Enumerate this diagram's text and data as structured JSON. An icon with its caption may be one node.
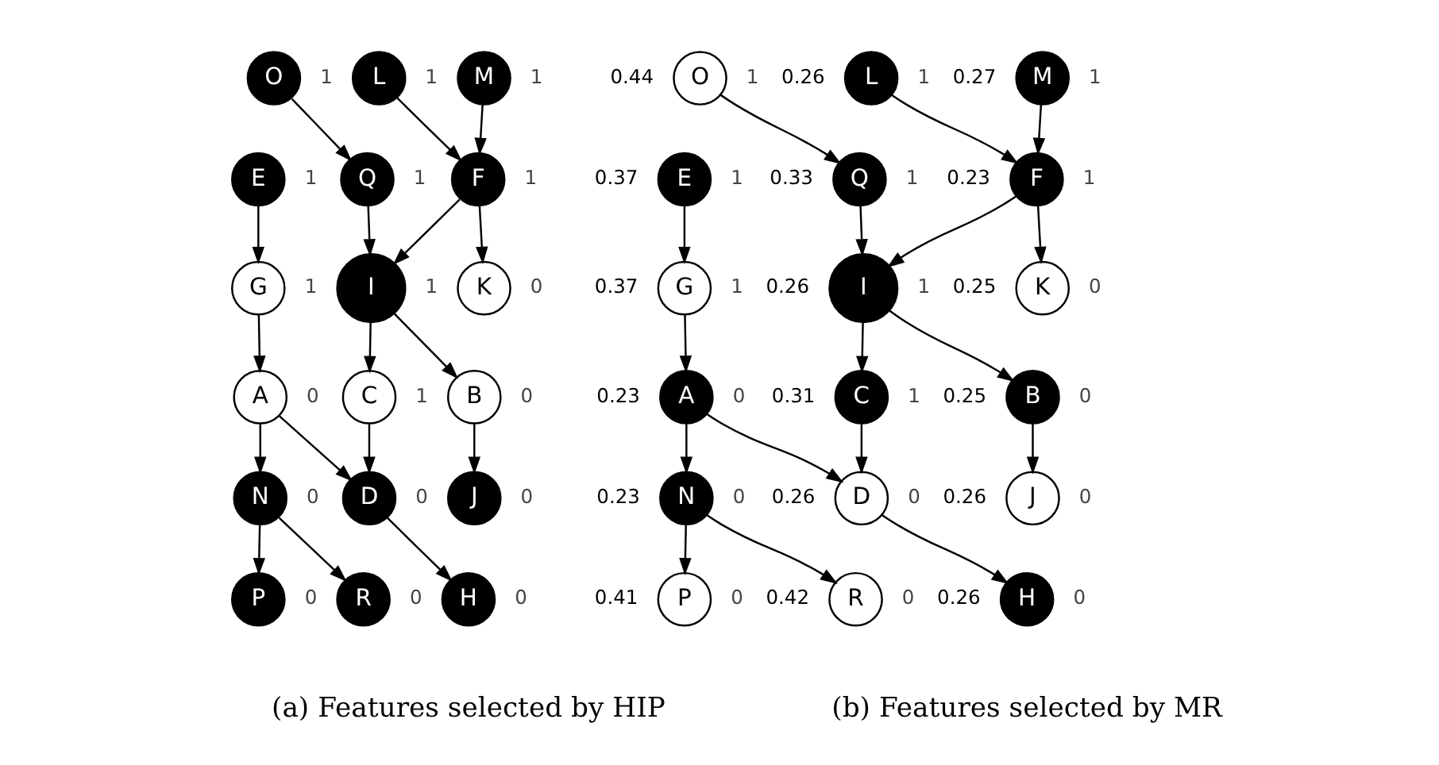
{
  "diagram": {
    "nodes": [
      {
        "text": [
          "M"
        ],
        "beside": [
          "1"
        ]
      },
      {
        "text": [
          "L"
        ],
        "beside": [
          "1"
        ]
      },
      {
        "text": [
          "O"
        ],
        "beside": [
          "1"
        ]
      },
      {
        "text": [
          "F"
        ],
        "beside": [
          "1"
        ]
      },
      {
        "text": [
          "Q"
        ],
        "beside": [
          "1"
        ]
      },
      {
        "text": [
          "E"
        ],
        "beside": [
          "1"
        ]
      },
      {
        "text": [
          "K"
        ],
        "beside": [
          "0"
        ]
      },
      {
        "text": [
          "I"
        ],
        "beside": [
          "1"
        ]
      },
      {
        "text": [
          "G"
        ],
        "beside": [
          "1"
        ]
      },
      {
        "text": [
          "B"
        ],
        "beside": [
          "0"
        ]
      },
      {
        "text": [
          "C"
        ],
        "beside": [
          "1"
        ]
      },
      {
        "text": [
          "A"
        ],
        "beside": [
          "0"
        ]
      },
      {
        "text": [
          "J"
        ],
        "beside": [
          "0"
        ]
      },
      {
        "text": [
          "D"
        ],
        "beside": [
          "0"
        ]
      },
      {
        "text": [
          "N"
        ],
        "beside": [
          "0"
        ]
      },
      {
        "text": [
          "H"
        ],
        "beside": [
          "0"
        ]
      },
      {
        "text": [
          "P"
        ],
        "beside": [
          "0"
        ]
      },
      {
        "text": [
          "R"
        ],
        "beside": [
          "0"
        ]
      },
      {
        "text": [
          "M"
        ],
        "beside": [
          "0.27",
          "1"
        ]
      },
      {
        "text": [
          "L"
        ],
        "beside": [
          "0.26",
          "1"
        ]
      },
      {
        "text": [
          "O"
        ],
        "beside": [
          "0.44",
          "1"
        ]
      },
      {
        "text": [
          "F"
        ],
        "beside": [
          "0.23",
          "1"
        ]
      },
      {
        "text": [
          "Q"
        ],
        "beside": [
          "0.33",
          "1"
        ]
      },
      {
        "text": [
          "E"
        ],
        "beside": [
          "0.37",
          "1"
        ]
      },
      {
        "text": [
          "K"
        ],
        "beside": [
          "0.25",
          "0"
        ]
      },
      {
        "text": [
          "I"
        ],
        "beside": [
          "0.26",
          "1"
        ]
      },
      {
        "text": [
          "G"
        ],
        "beside": [
          "0.37",
          "1"
        ]
      },
      {
        "text": [
          "B"
        ],
        "beside": [
          "0.25",
          "0"
        ]
      },
      {
        "text": [
          "C"
        ],
        "beside": [
          "0.31",
          "1"
        ]
      },
      {
        "text": [
          "A"
        ],
        "beside": [
          "0.23",
          "0"
        ]
      },
      {
        "text": [
          "J"
        ],
        "beside": [
          "0.26",
          "0"
        ]
      },
      {
        "text": [
          "D"
        ],
        "beside": [
          "0.26",
          "0"
        ]
      },
      {
        "text": [
          "N"
        ],
        "beside": [
          "0.23",
          "0"
        ]
      },
      {
        "text": [
          "H"
        ],
        "beside": [
          "0.26",
          "0"
        ]
      },
      {
        "text": [
          "P"
        ],
        "beside": [
          "0.41",
          "0"
        ]
      },
      {
        "text": [
          "R"
        ],
        "beside": [
          "0.42",
          "0"
        ]
      }
    ],
    "edges": [
      {
        "from": 0,
        "to": 3,
        "arrow": "to"
      },
      {
        "from": 1,
        "to": 3,
        "arrow": "to"
      },
      {
        "from": 2,
        "to": 4,
        "arrow": "to"
      },
      {
        "from": 3,
        "to": 6,
        "arrow": "to"
      },
      {
        "from": 3,
        "to": 7,
        "arrow": "to"
      },
      {
        "from": 4,
        "to": 7,
        "arrow": "to"
      },
      {
        "from": 5,
        "to": 8,
        "arrow": "to"
      },
      {
        "from": 7,
        "to": 9,
        "arrow": "to"
      },
      {
        "from": 7,
        "to": 10,
        "arrow": "to"
      },
      {
        "from": 8,
        "to": 11,
        "arrow": "to"
      },
      {
        "from": 9,
        "to": 12,
        "arrow": "to"
      },
      {
        "from": 10,
        "to": 13,
        "arrow": "to"
      },
      {
        "from": 11,
        "to": 13,
        "arrow": "to"
      },
      {
        "from": 11,
        "to": 14,
        "arrow": "to"
      },
      {
        "from": 13,
        "to": 15,
        "arrow": "to"
      },
      {
        "from": 14,
        "to": 16,
        "arrow": "to"
      },
      {
        "from": 14,
        "to": 17,
        "arrow": "to"
      },
      {
        "from": 18,
        "to": 21,
        "arrow": "to"
      },
      {
        "from": 19,
        "to": 21,
        "arrow": "to"
      },
      {
        "from": 20,
        "to": 22,
        "arrow": "to"
      },
      {
        "from": 21,
        "to": 24,
        "arrow": "to"
      },
      {
        "from": 21,
        "to": 25,
        "arrow": "to"
      },
      {
        "from": 22,
        "to": 25,
        "arrow": "to"
      },
      {
        "from": 23,
        "to": 26,
        "arrow": "to"
      },
      {
        "from": 25,
        "to": 27,
        "arrow": "to"
      },
      {
        "from": 25,
        "to": 28,
        "arrow": "to"
      },
      {
        "from": 26,
        "to": 29,
        "arrow": "to"
      },
      {
        "from": 27,
        "to": 30,
        "arrow": "to"
      },
      {
        "from": 28,
        "to": 31,
        "arrow": "to"
      },
      {
        "from": 29,
        "to": 31,
        "arrow": "to"
      },
      {
        "from": 29,
        "to": 32,
        "arrow": "to"
      },
      {
        "from": 31,
        "to": 33,
        "arrow": "to"
      },
      {
        "from": 32,
        "to": 34,
        "arrow": "to"
      },
      {
        "from": 32,
        "to": 35,
        "arrow": "to"
      }
    ],
    "labels": [
      "(a) Features selected by HIP",
      "(b) Features selected by MR"
    ]
  }
}
